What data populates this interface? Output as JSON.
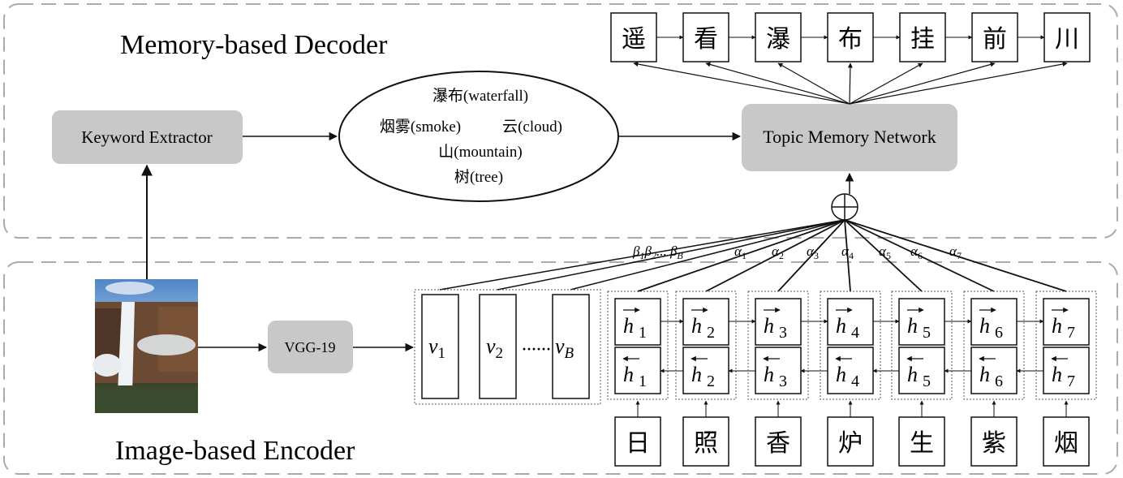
{
  "sections": {
    "decoder_title": "Memory-based Decoder",
    "encoder_title": "Image-based Encoder"
  },
  "blocks": {
    "keyword_extractor": "Keyword Extractor",
    "vgg": "VGG-19",
    "topic_memory": "Topic Memory Network"
  },
  "keywords": [
    {
      "zh": "瀑布",
      "en": "(waterfall)"
    },
    {
      "zh": "烟雾",
      "en": "(smoke)"
    },
    {
      "zh": "云",
      "en": "(cloud)"
    },
    {
      "zh": "山",
      "en": "(mountain)"
    },
    {
      "zh": "树",
      "en": "(tree)"
    }
  ],
  "output_chars": [
    "遥",
    "看",
    "瀑",
    "布",
    "挂",
    "前",
    "川"
  ],
  "input_chars": [
    "日",
    "照",
    "香",
    "炉",
    "生",
    "紫",
    "烟"
  ],
  "visual_features": {
    "v1": {
      "base": "v",
      "sub": "1"
    },
    "v2": {
      "base": "v",
      "sub": "2"
    },
    "dots": "······",
    "vB": {
      "base": "v",
      "sub": "B"
    }
  },
  "hidden_states": [
    "1",
    "2",
    "3",
    "4",
    "5",
    "6",
    "7"
  ],
  "hidden_symbol": "h",
  "attention": {
    "beta": "β₁β₂... β_B",
    "alphas": [
      "1",
      "2",
      "3",
      "4",
      "5",
      "6",
      "7"
    ],
    "alpha_symbol": "α",
    "plus": "⊕"
  },
  "colors": {
    "block_gray": "#c8c8c8",
    "dash_border": "#aaaaaa",
    "line": "#111111"
  }
}
